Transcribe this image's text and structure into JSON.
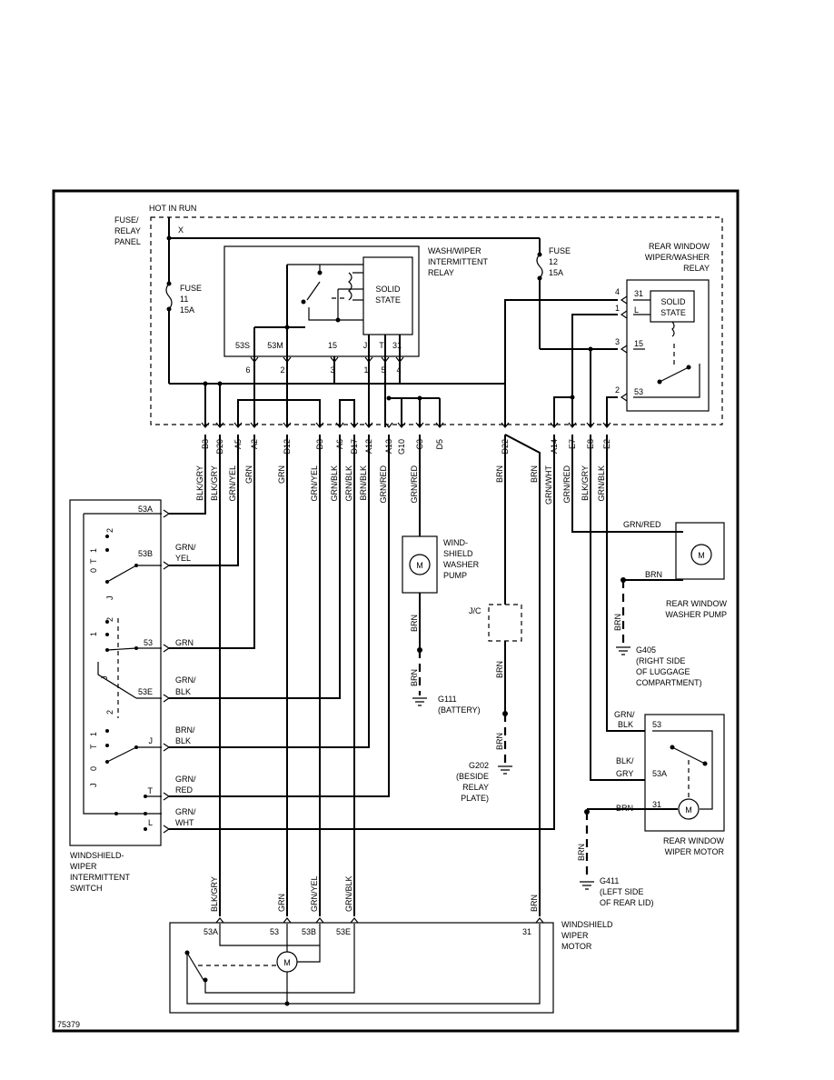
{
  "hot_in_run": "HOT IN RUN",
  "fuse_relay_panel": [
    "FUSE/",
    "RELAY",
    "PANEL"
  ],
  "x_label": "X",
  "fuse11": [
    "FUSE",
    "11",
    "15A"
  ],
  "fuse12": [
    "FUSE",
    "12",
    "15A"
  ],
  "wash_relay_title": [
    "WASH/WIPER",
    "INTERMITTENT",
    "RELAY"
  ],
  "solid_state": [
    "SOLID",
    "STATE"
  ],
  "wash_relay_pins": [
    "53S",
    "53M",
    "15",
    "J",
    "T",
    "31"
  ],
  "wash_relay_terms": [
    "6",
    "2",
    "3",
    "1",
    "5",
    "4"
  ],
  "rear_relay_title": [
    "REAR WINDOW",
    "WIPER/WASHER",
    "RELAY"
  ],
  "rear_relay_pins": [
    "31",
    "L",
    "15",
    "53"
  ],
  "rear_relay_terms": [
    "4",
    "1",
    "3",
    "2"
  ],
  "connector_codes": [
    "B3",
    "D20",
    "A5",
    "A2",
    "D12",
    "D3",
    "A6",
    "D17",
    "A12",
    "A13",
    "G10",
    "C3",
    "D5",
    "D22",
    "A14",
    "E7",
    "E8",
    "E2"
  ],
  "wire_colors_top": [
    "BLK/GRY",
    "BLK/GRY",
    "GRN/YEL",
    "GRN",
    "GRN",
    "GRN/YEL",
    "GRN/BLK",
    "GRN/BLK",
    "BRN/BLK",
    "GRN/RED",
    "GRN/RED",
    "BRN",
    "BRN",
    "GRN/WHT",
    "GRN/RED",
    "BLK/GRY",
    "GRN/BLK"
  ],
  "switch_pins": [
    "53A",
    "53B",
    "53",
    "53E",
    "J",
    "T",
    "L"
  ],
  "switch_wires": [
    "GRN/",
    "YEL",
    "GRN",
    "GRN/",
    "BLK",
    "BRN/",
    "BLK",
    "GRN/",
    "RED",
    "GRN/",
    "WHT"
  ],
  "switch_positions": [
    "2",
    "1",
    "0",
    "T",
    "J",
    "2",
    "1",
    "J",
    "2",
    "1",
    "T",
    "0",
    "J"
  ],
  "switch_title": [
    "WINDSHIELD-",
    "WIPER",
    "INTERMITTENT",
    "SWITCH"
  ],
  "washer_pump": [
    "WIND-",
    "SHIELD",
    "WASHER",
    "PUMP"
  ],
  "motor_symbol": "M",
  "jc_label": "J/C",
  "brn": "BRN",
  "g111": [
    "G111",
    "(BATTERY)"
  ],
  "g202": [
    "G202",
    "(BESIDE",
    "RELAY",
    "PLATE)"
  ],
  "rear_pump": [
    "REAR WINDOW",
    "WASHER PUMP"
  ],
  "g405": [
    "G405",
    "(RIGHT SIDE",
    "OF LUGGAGE",
    "COMPARTMENT)"
  ],
  "rear_motor_title": [
    "REAR WINDOW",
    "WIPER MOTOR"
  ],
  "rear_motor_pins": [
    "53",
    "53A",
    "31"
  ],
  "rear_motor_wires": [
    "GRN/",
    "BLK",
    "BLK/",
    "GRY",
    "BRN"
  ],
  "g411": [
    "G411",
    "(LEFT SIDE",
    "OF REAR LID)"
  ],
  "bottom_wires": [
    "BLK/GRY",
    "GRN",
    "GRN/YEL",
    "GRN/BLK",
    "BRN"
  ],
  "ws_motor_pins": [
    "53A",
    "53",
    "53B",
    "53E",
    "31"
  ],
  "ws_motor_title": [
    "WINDSHIELD",
    "WIPER",
    "MOTOR"
  ],
  "figure_number": "75379"
}
